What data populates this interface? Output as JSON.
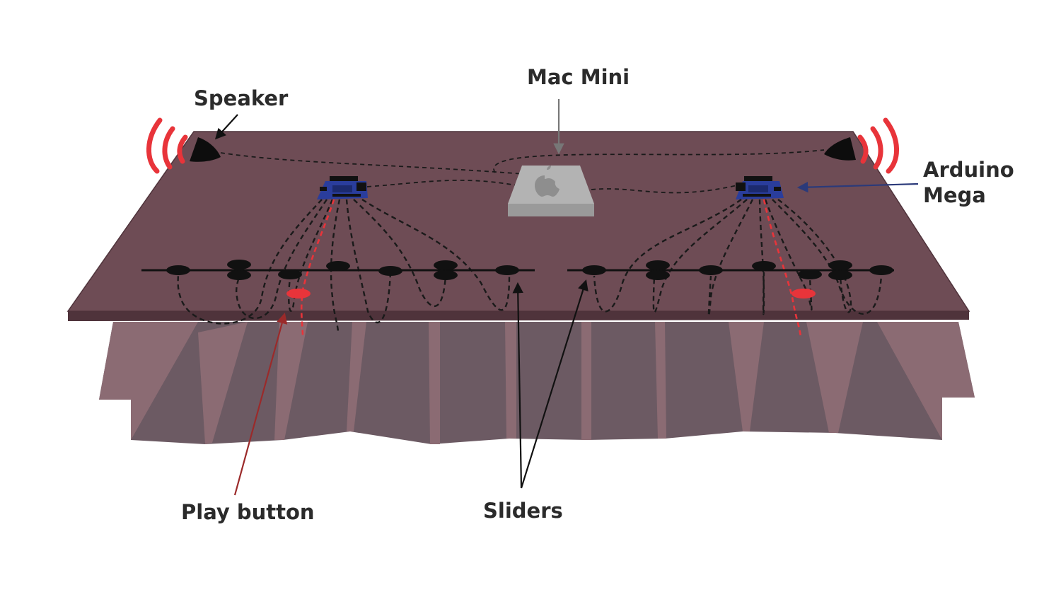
{
  "labels": {
    "speaker": "Speaker",
    "mac_mini": "Mac Mini",
    "arduino_line1": "Arduino",
    "arduino_line2": "Mega",
    "play_button": "Play button",
    "sliders": "Sliders"
  },
  "icons": {
    "speaker": "speaker-icon",
    "mac_mini": "mac-mini-icon",
    "apple_logo": "apple-logo-icon",
    "arduino": "arduino-board-icon",
    "slider_knob": "slider-knob-icon",
    "play_button": "play-button-icon",
    "sound_waves": "sound-wave-icon"
  },
  "colors": {
    "table_top": "#6e4c55",
    "table_edge": "#4f333b",
    "skirt_dark": "#6c5a63",
    "skirt_light": "#8b6b73",
    "arduino_board": "#2a3d9c",
    "mac_mini": "#a7a7a7",
    "sound_wave": "#e8343a",
    "play_button": "#e8343a",
    "label_text": "#2b2b2b",
    "arrow_arduino": "#2b3a7a",
    "arrow_play": "#9b2a2a",
    "arrow_mac": "#777777"
  }
}
